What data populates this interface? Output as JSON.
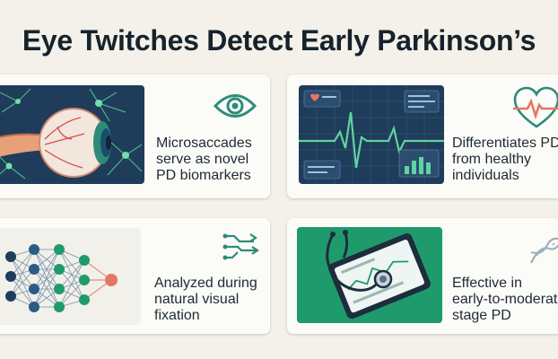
{
  "page": {
    "title": "Eye Twitches Detect Early Parkinson’s"
  },
  "cards": [
    {
      "lines": [
        "Microsaccades",
        "serve as novel",
        "PD biomarkers"
      ],
      "illustration": "eye-anatomy-neurons",
      "icon": "eye-icon"
    },
    {
      "lines": [
        "Differentiates PD",
        "from healthy",
        "individuals"
      ],
      "illustration": "waveform-dashboard",
      "icon": "heart-pulse-icon"
    },
    {
      "lines": [
        "Analyzed during",
        "natural visual",
        "fixation"
      ],
      "illustration": "neural-network",
      "icon": "circuit-icon"
    },
    {
      "lines": [
        "Effective in",
        "early-to-moderate",
        "stage PD"
      ],
      "illustration": "stethoscope-tablet",
      "icon": "dna-icon"
    }
  ],
  "colors": {
    "background": "#f4f1ea",
    "card": "#fbfbf8",
    "navy": "#1f3c5a",
    "teal": "#2e8b7a",
    "green": "#1f9a6d",
    "coral": "#e57565",
    "text": "#1e2a33"
  }
}
